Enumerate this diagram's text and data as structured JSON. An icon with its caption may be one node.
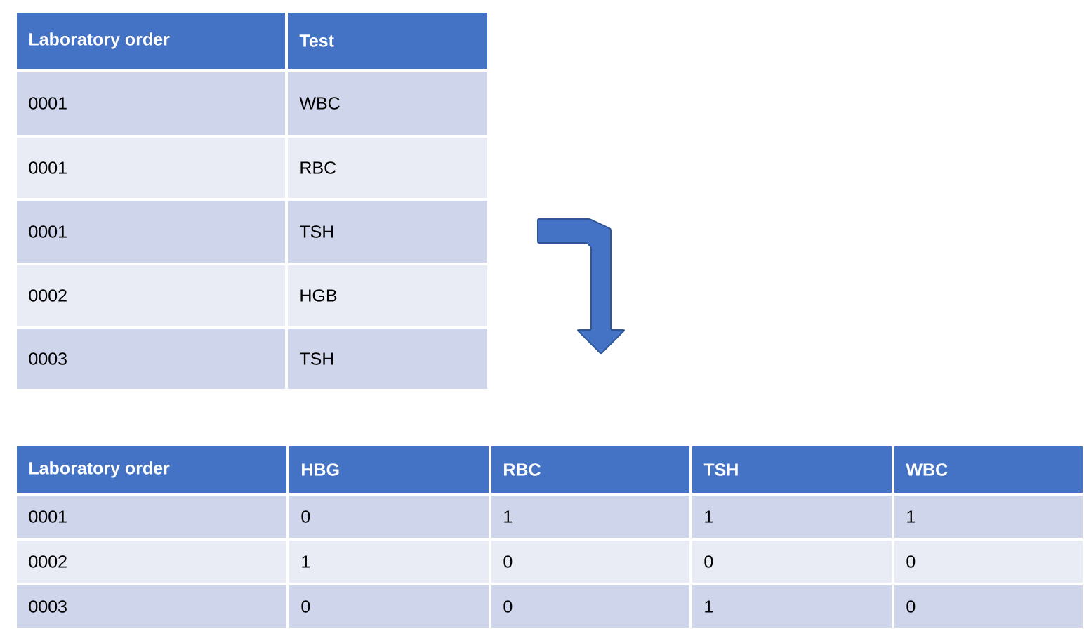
{
  "diagram": {
    "labels": [
      "Laboratory order",
      "Test",
      "0001",
      "WBC",
      "0001",
      "RBC",
      "0001",
      "TSH",
      "0002",
      "HGB",
      "0003",
      "TSH",
      "Laboratory order",
      "HBG",
      "RBC",
      "TSH",
      "WBC",
      "0001",
      "0",
      "1",
      "1",
      "1",
      "0002",
      "1",
      "0",
      "0",
      "0",
      "0003",
      "0",
      "0",
      "1",
      "0"
    ]
  }
}
